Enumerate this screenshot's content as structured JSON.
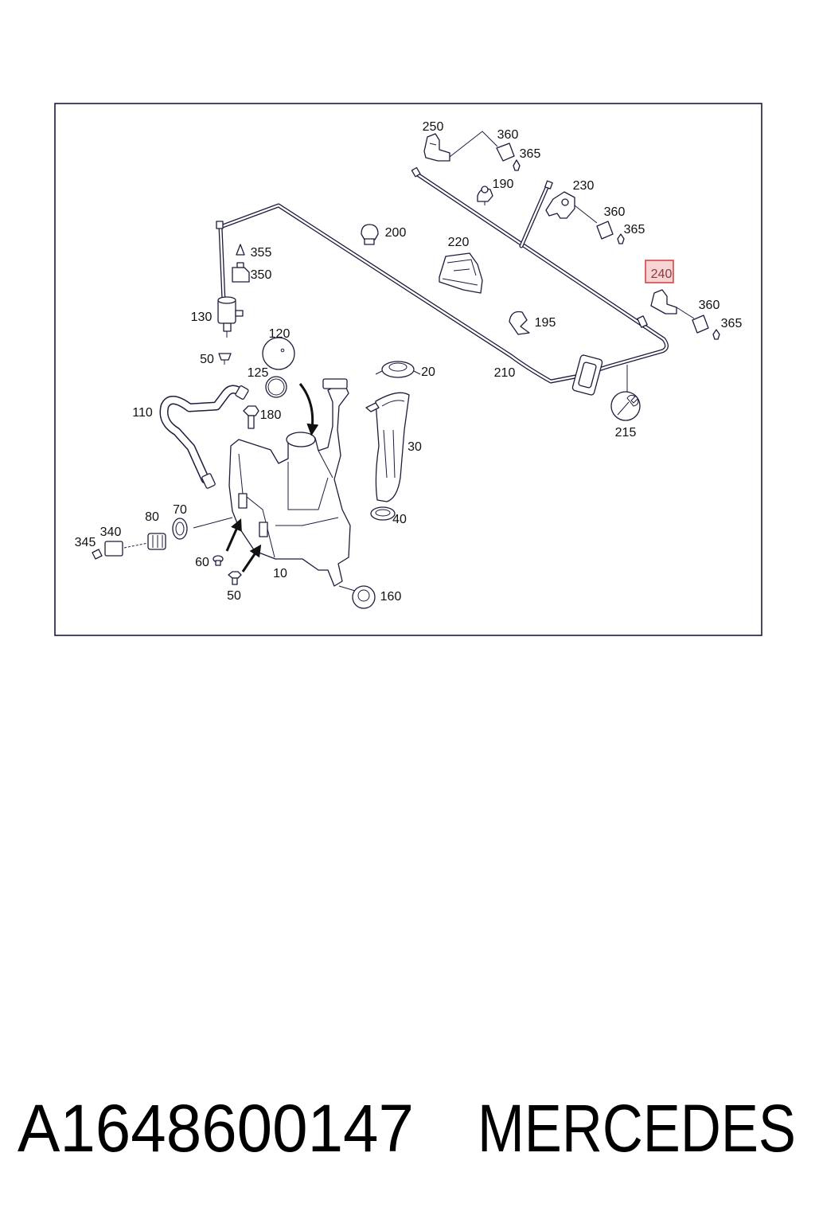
{
  "diagram": {
    "callouts": [
      "250",
      "360",
      "365",
      "190",
      "230",
      "360",
      "365",
      "200",
      "220",
      "240",
      "360",
      "365",
      "355",
      "350",
      "130",
      "195",
      "120",
      "50",
      "125",
      "20",
      "210",
      "215",
      "110",
      "180",
      "30",
      "70",
      "80",
      "340",
      "345",
      "40",
      "60",
      "10",
      "50",
      "160"
    ]
  },
  "footer": {
    "part_number": "A1648600147",
    "brand": "MERCEDES"
  },
  "colors": {
    "line": "#1c1c3c",
    "frame": "#1a1a3a",
    "highlight_border": "#d64545",
    "highlight_fill": "#f7d4d4"
  }
}
